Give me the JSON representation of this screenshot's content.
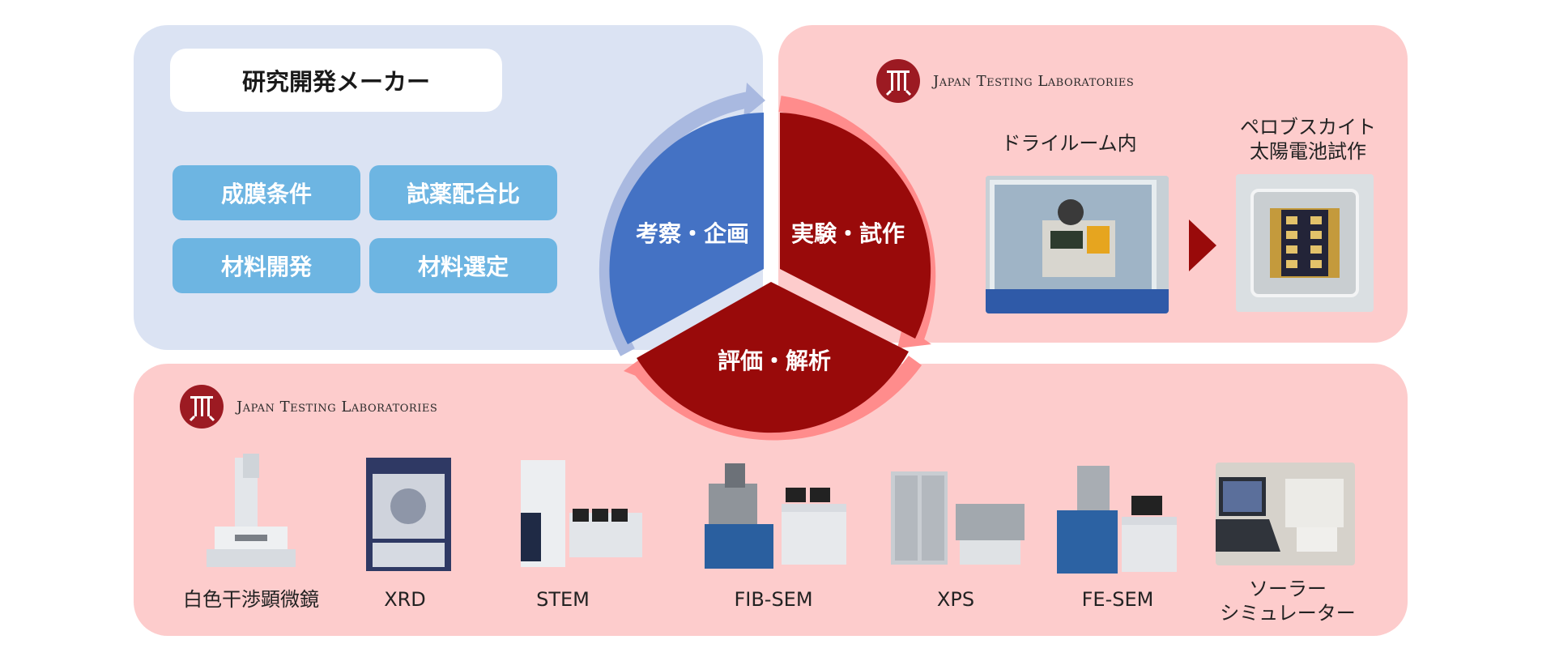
{
  "maker": {
    "title": "研究開発メーカー",
    "tags": [
      "成膜条件",
      "試薬配合比",
      "材料開発",
      "材料選定"
    ]
  },
  "cycle": {
    "left": "考察・企画",
    "right": "実験・試作",
    "bottom": "評価・解析"
  },
  "jtl": {
    "logo_text": "Japan Testing Laboratories",
    "process": [
      {
        "label": "ドライルーム内"
      },
      {
        "label_line1": "ペロブスカイト",
        "label_line2": "太陽電池試作"
      }
    ],
    "instruments": [
      {
        "label": "白色干渉顕微鏡"
      },
      {
        "label": "XRD"
      },
      {
        "label": "STEM"
      },
      {
        "label": "FIB-SEM"
      },
      {
        "label": "XPS"
      },
      {
        "label": "FE-SEM"
      },
      {
        "label_line1": "ソーラー",
        "label_line2": "シミュレーター"
      }
    ]
  },
  "colors": {
    "maker_bg": "#dbe3f3",
    "jtl_bg": "#fdcccc",
    "tag": "#6db5e2",
    "blue_sector": "#4472c4",
    "red_sector": "#990a0a",
    "blue_arrow": "#a9b9e0",
    "red_arrow": "#ff8c8c",
    "logo": "#9c1a22"
  }
}
